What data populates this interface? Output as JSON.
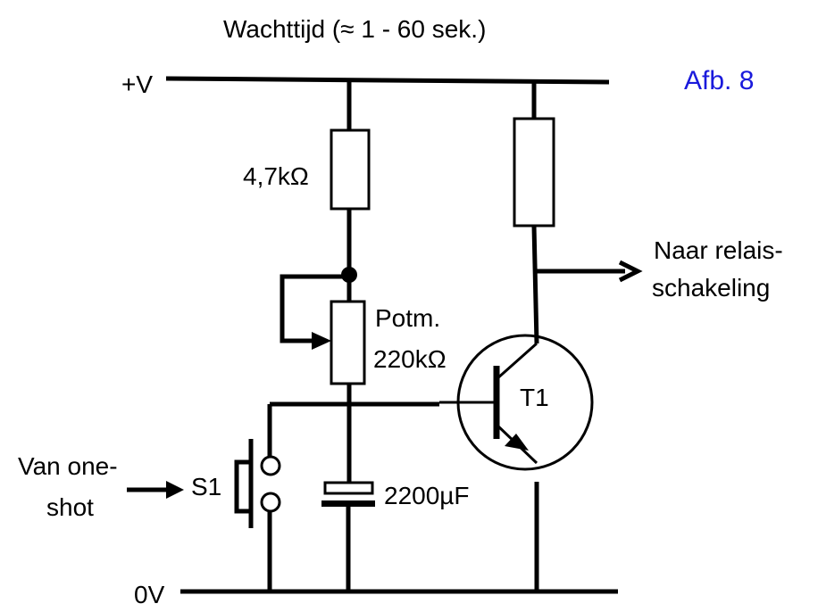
{
  "title": "Wachttijd (≈ 1 - 60 sek.)",
  "figure_label": "Afb. 8",
  "figure_label_color": "#1a1adc",
  "rails": {
    "positive": "+V",
    "ground": "0V"
  },
  "components": {
    "r1": "4,7kΩ",
    "pot_line1": "Potm.",
    "pot_line2": "220kΩ",
    "capacitor": "2200µF",
    "transistor": "T1",
    "switch": "S1"
  },
  "output": {
    "line1": "Naar relais-",
    "line2": "schakeling"
  },
  "input": {
    "line1": "Van one-",
    "line2": "shot"
  }
}
